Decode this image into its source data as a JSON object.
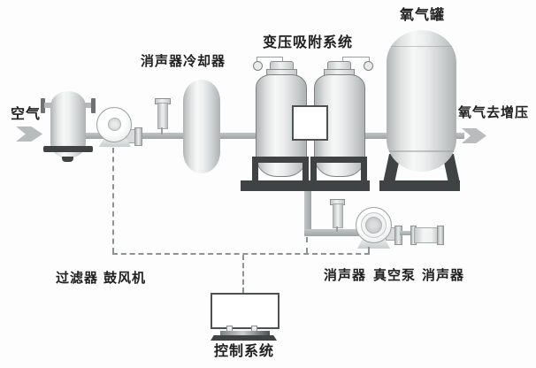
{
  "diagram_type": "process-flow-diagram",
  "labels": {
    "air_inlet": "空气",
    "filter": "过滤器",
    "blower": "鼓风机",
    "muffler_inlet": "消声器",
    "cooler": "冷却器",
    "psa_system": "变压吸附系统",
    "oxygen_tank": "氧气罐",
    "oxygen_outlet": "氧气去增压",
    "muffler_vacuum_in": "消声器",
    "vacuum_pump": "真空泵",
    "muffler_vacuum_out": "消声器",
    "control_system": "控制系统"
  },
  "flow": {
    "inlet_arrow_direction": "right",
    "outlet_arrow_direction": "right"
  },
  "colors": {
    "background": "#fdfdfd",
    "vessel_highlight": "#f6f7f7",
    "vessel_shadow": "#b0b4b4",
    "pipe": "#a6abab",
    "support_dark": "#3f4343",
    "vessel_outline": "#7d8181",
    "control_dashed_line": "#8d9292",
    "label_text": "#202020",
    "flow_arrow": "#b8bcbc"
  }
}
